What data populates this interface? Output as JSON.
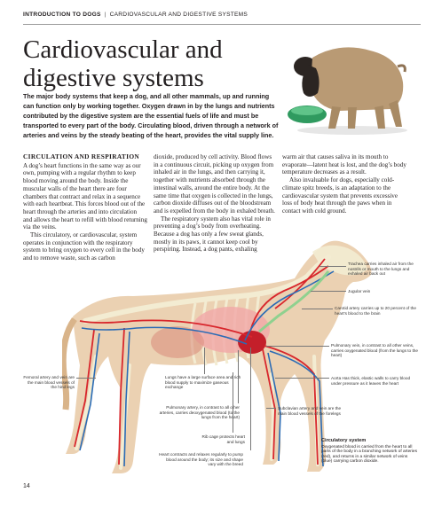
{
  "header": {
    "section": "INTRODUCTION TO DOGS",
    "separator": "|",
    "chapter": "CARDIOVASCULAR AND DIGESTIVE SYSTEMS"
  },
  "title_line1": "Cardiovascular and",
  "title_line2": "digestive systems",
  "intro": "The major body systems that keep a dog, and all other mammals, up and running can function only by working together. Oxygen drawn in by the lungs and nutrients contributed by the digestive system are the essential fuels of life and must be transported to every part of the body. Circulating blood, driven through a network of arteries and veins by the steady beating of the heart, provides the vital supply line.",
  "section_heading": "CIRCULATION AND RESPIRATION",
  "col1_p1": "A dog’s heart functions in the same way as our own, pumping with a regular rhythm to keep blood moving around the body. Inside the muscular walls of the heart there are four chambers that contract and relax in a sequence with each heartbeat. This forces blood out of the heart through the arteries and into circulation and allows the heart to refill with blood returning via the veins.",
  "col1_p2": "This circulatory, or cardiovascular, system operates in conjunction with the respiratory system to bring oxygen to every cell in the body and to remove waste, such as carbon",
  "col2_p1": "dioxide, produced by cell activity. Blood flows in a continuous circuit, picking up oxygen from inhaled air in the lungs, and then carrying it, together with nutrients absorbed through the intestinal walls, around the entire body. At the same time that oxygen is collected in the lungs, carbon dioxide diffuses out of the bloodstream and is expelled from the body in exhaled breath.",
  "col2_p2": "The respiratory system also has vital role in preventing a dog’s body from overheating. Because a dog has only a few sweat glands, mostly in its paws, it cannot keep cool by perspiring. Instead, a dog pants, exhaling",
  "col3_p1": "warm air that causes saliva in its mouth to evaporate—latent heat is lost, and the dog’s body temperature decreases as a result.",
  "col3_p2": "Also invaluable for dogs, especially cold-climate spitz breeds, is an adaptation to the cardiovascular system that prevents excessive loss of body heat through the paws when in contact with cold ground.",
  "labels": {
    "trachea": "Trachea carries inhaled air from the nostrils or mouth to the lungs and exhaled air back out",
    "jugular": "Jugular vein",
    "carotid": "Carotid artery carries up to 20 percent of the heart’s blood to the brain",
    "pulm_vein": "Pulmonary vein, in contrast to all other veins, carries oxygenated blood (from the lungs to the heart)",
    "aorta": "Aorta Has thick, elastic walls to carry blood under pressure as it leaves the heart",
    "subclavian": "Subclavian artery and vein are the main blood vessels of the forelegs",
    "femoral": "Femoral artery and vein are the main blood vessels of the hind legs",
    "lungs": "Lungs have a large surface area and rich blood supply to maximize gaseous exchange",
    "pulm_artery": "Pulmonary artery, in contrast to all other arteries, carries deoxygenated blood (to the lungs from the heart)",
    "ribcage": "Rib cage protects heart and lungs",
    "heart": "Heart contracts and relaxes regularly to pump blood around the body; its size and shape vary with the breed"
  },
  "circulatory_heading": "Circulatory system",
  "circulatory_text": "Oxygenated blood is carried from the heart to all parts of the body in a branching network of arteries (red), and returns in a similar network of veins (blue) carrying carbon dioxide.",
  "page_number": "14",
  "colors": {
    "artery": "#d8262c",
    "vein": "#2a6bb5",
    "dog_body": "#e8c9a4",
    "skeleton": "#efe6c6",
    "bowl": "#3aa66a"
  }
}
